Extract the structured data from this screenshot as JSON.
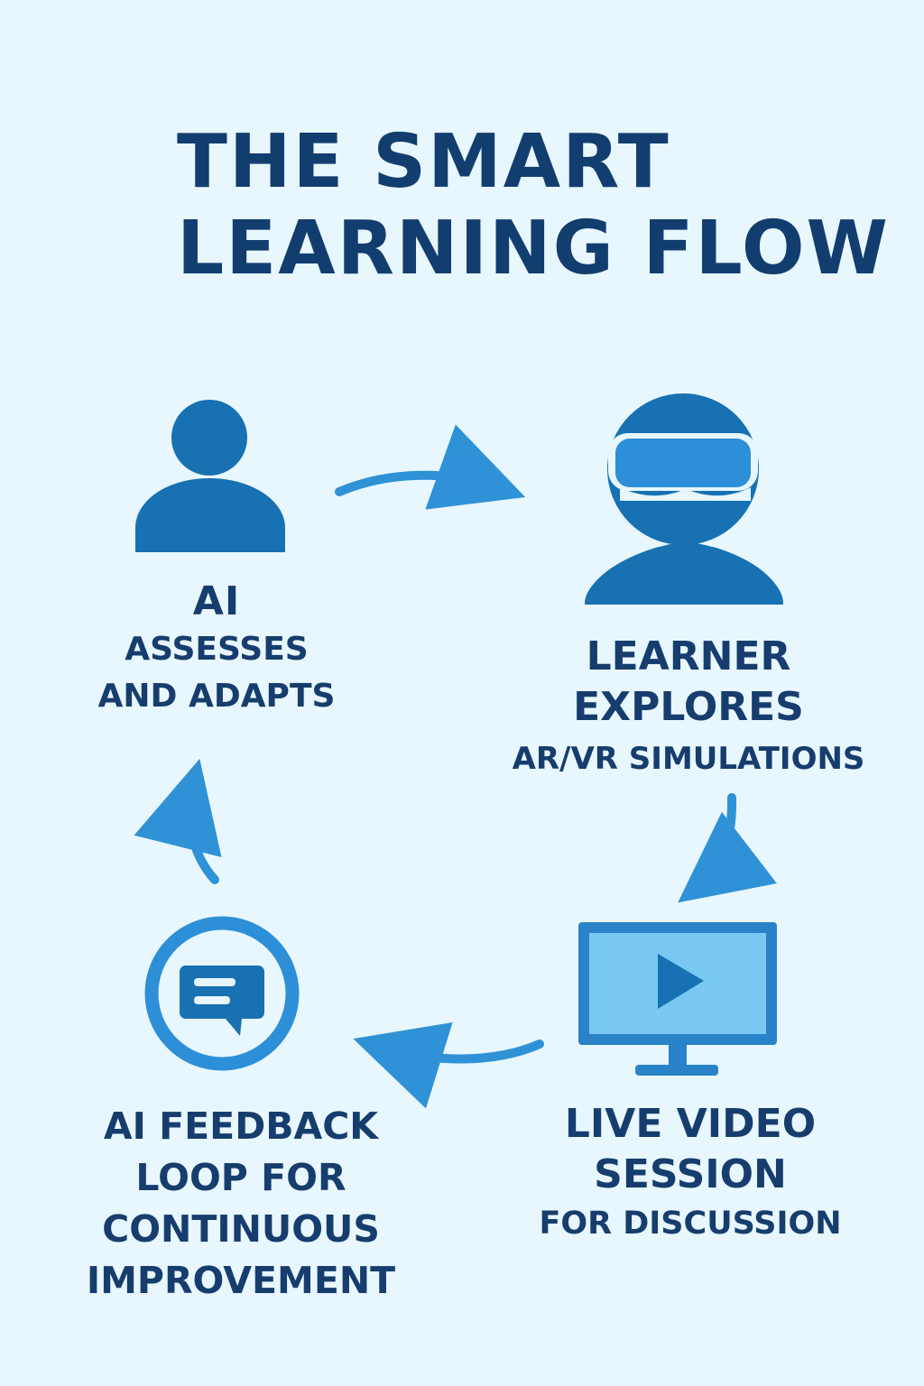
{
  "title": {
    "line1": "THE SMART",
    "line2": "LEARNING FLOW"
  },
  "steps": [
    {
      "line1": "AI",
      "line2": "ASSESSES",
      "line3": "AND ADAPTS",
      "icon": "person-icon"
    },
    {
      "line1": "LEARNER",
      "line2": "EXPLORES",
      "line3": "AR/VR SIMULATIONS",
      "icon": "vr-headset-person-icon"
    },
    {
      "line1": "LIVE VIDEO",
      "line2": "SESSION",
      "line3": "FOR DISCUSSION",
      "icon": "monitor-play-icon"
    },
    {
      "line1": "AI FEEDBACK",
      "line2": "LOOP FOR",
      "line3": "CONTINUOUS",
      "line4": "IMPROVEMENT",
      "icon": "chat-circle-icon"
    }
  ],
  "colors": {
    "background": "#e8f7fd",
    "text": "#123e6f",
    "icon_dark": "#1771b2",
    "icon_light": "#2d8fd7",
    "screen": "#79c8f2",
    "arrow": "#2f92d7"
  }
}
